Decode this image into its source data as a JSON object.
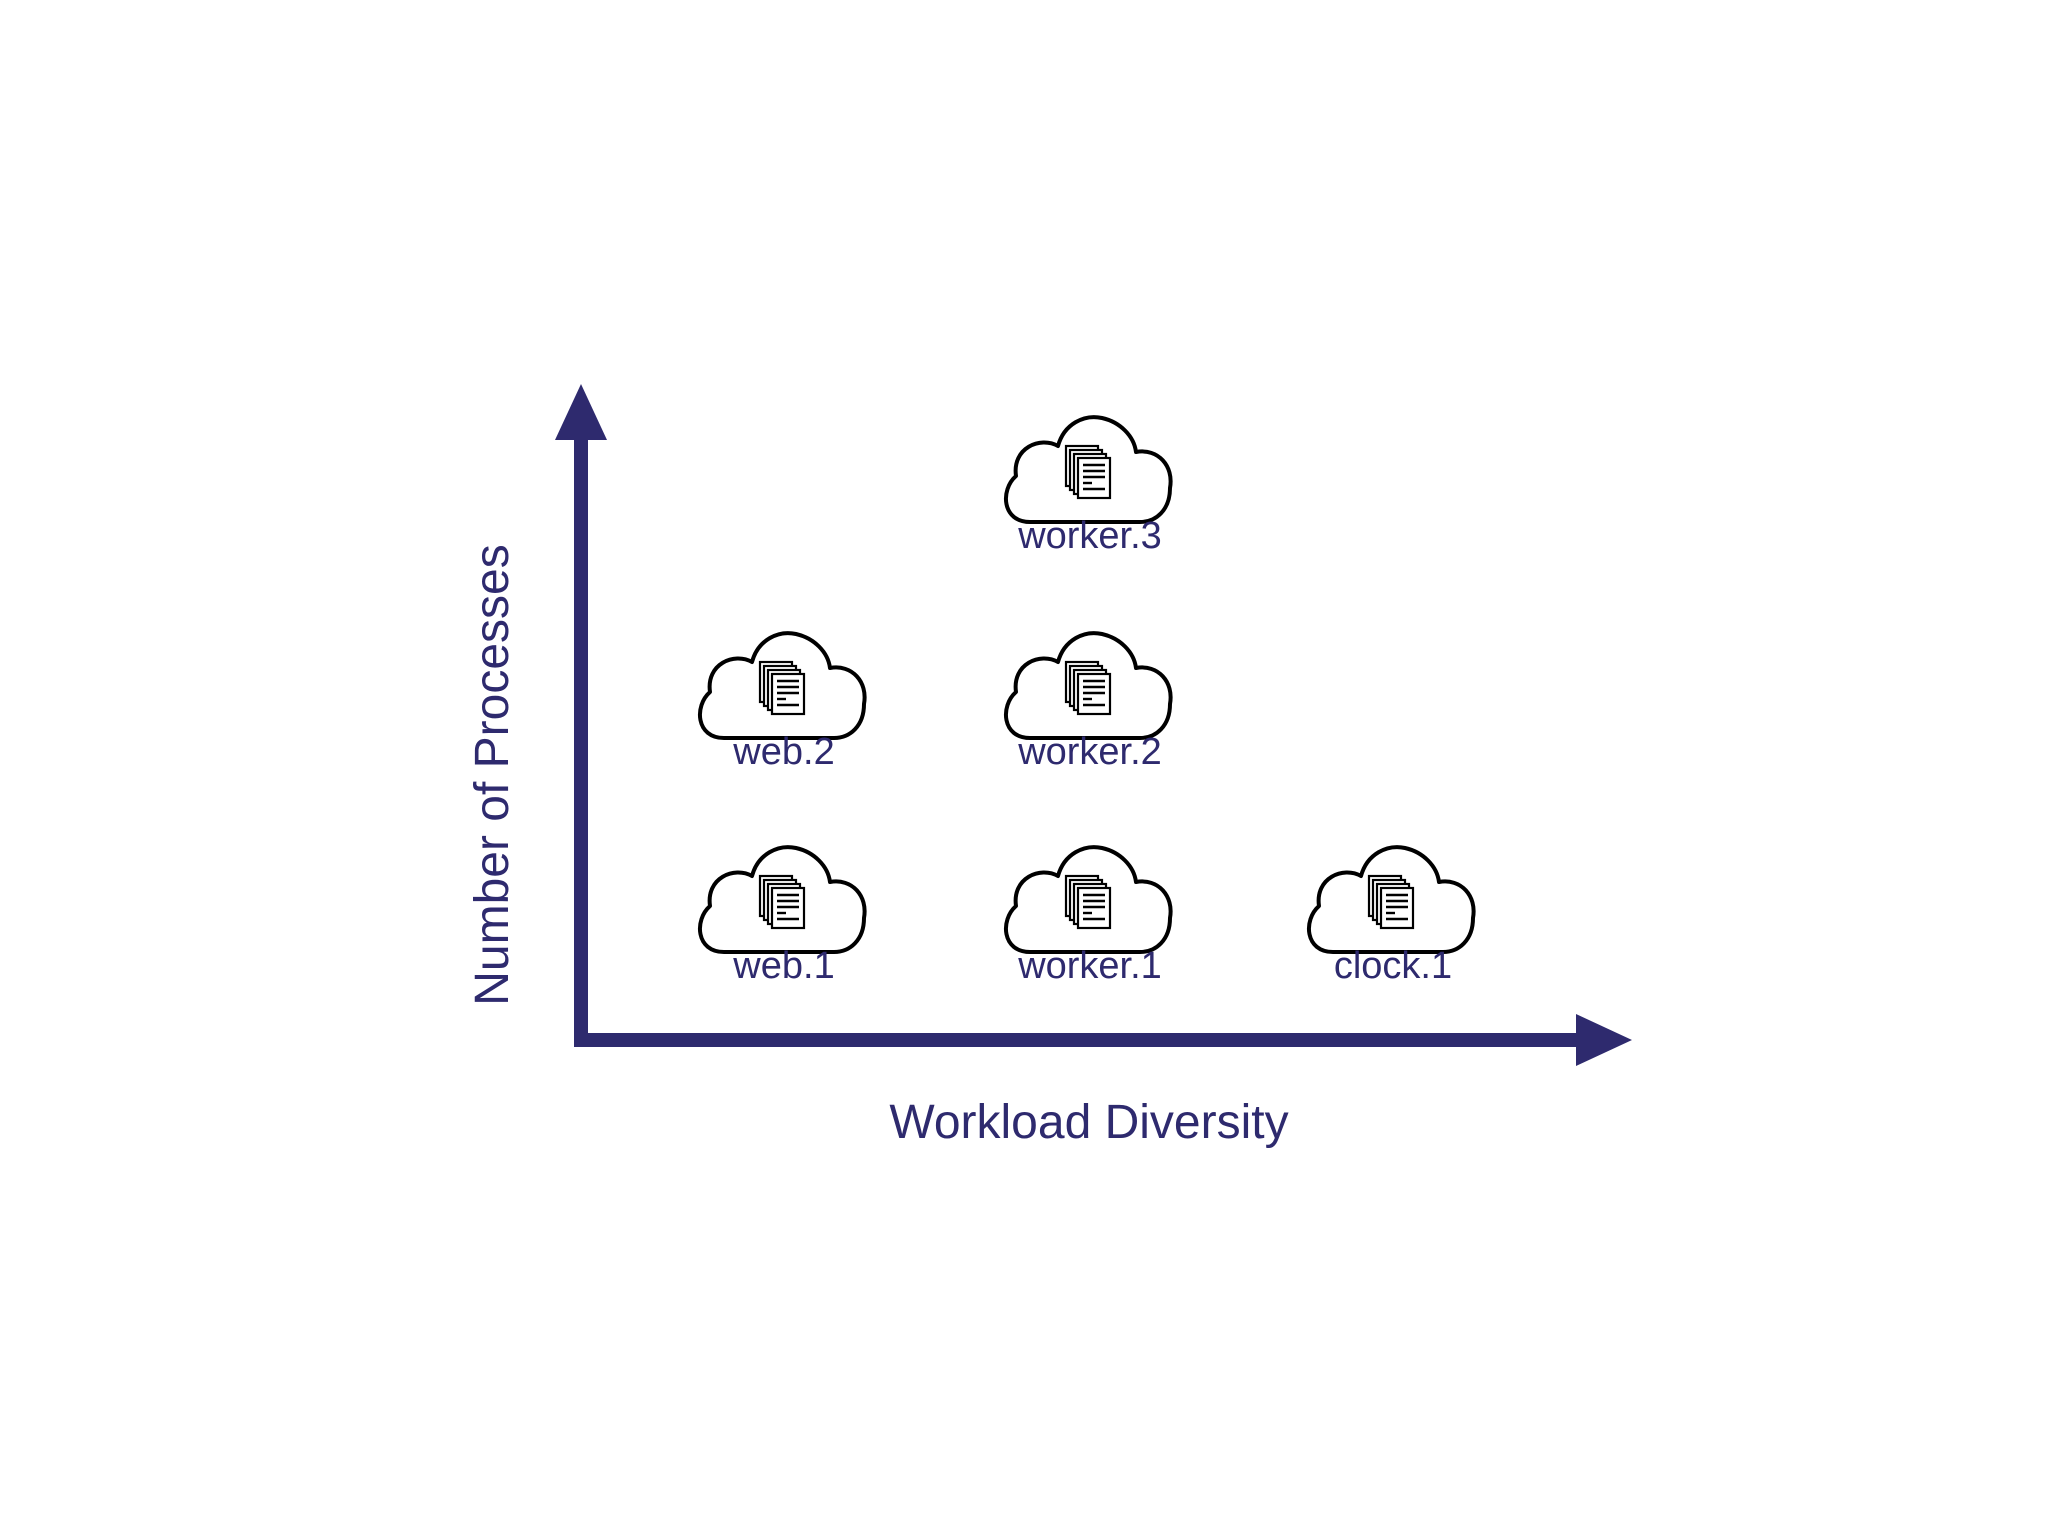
{
  "colors": {
    "axis": "#2e2a6e",
    "label": "#2e2a6e",
    "cloud_outline": "#000000"
  },
  "axes": {
    "x_label": "Workload Diversity",
    "y_label": "Number of Processes"
  },
  "processes": [
    {
      "name": "web.1",
      "type": "web",
      "column": 1,
      "row": 1,
      "icon": "cloud-documents-icon"
    },
    {
      "name": "web.2",
      "type": "web",
      "column": 1,
      "row": 2,
      "icon": "cloud-documents-icon"
    },
    {
      "name": "worker.1",
      "type": "worker",
      "column": 2,
      "row": 1,
      "icon": "cloud-documents-icon"
    },
    {
      "name": "worker.2",
      "type": "worker",
      "column": 2,
      "row": 2,
      "icon": "cloud-documents-icon"
    },
    {
      "name": "worker.3",
      "type": "worker",
      "column": 2,
      "row": 3,
      "icon": "cloud-documents-icon"
    },
    {
      "name": "clock.1",
      "type": "clock",
      "column": 3,
      "row": 1,
      "icon": "cloud-documents-icon"
    }
  ]
}
